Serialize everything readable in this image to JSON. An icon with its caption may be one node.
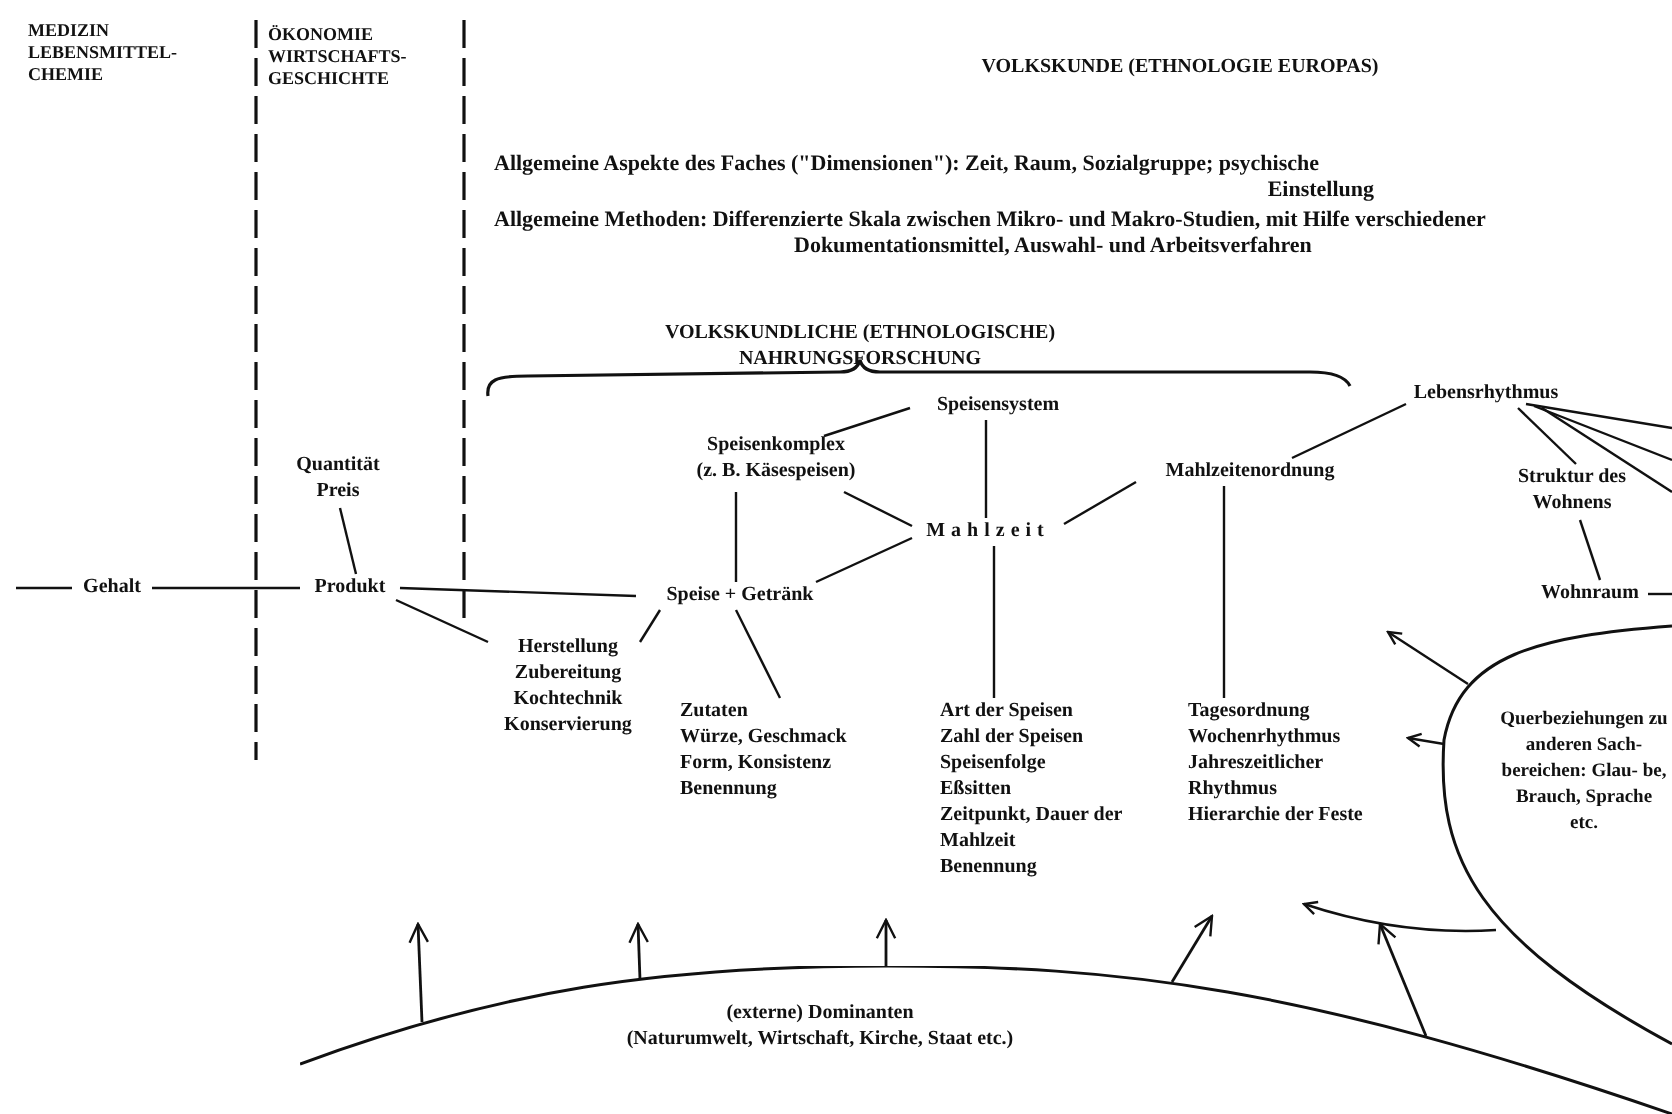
{
  "diagram": {
    "title": "VOLKSKUNDE (ETHNOLOGIE EUROPAS)",
    "nodes": [
      {
        "text": [
          "Gehalt"
        ]
      },
      {
        "text": [
          "Produkt"
        ]
      },
      {
        "text": [
          "Quantität Preis"
        ]
      },
      {
        "text": [
          "Herstellung",
          "Zubereitung",
          "Kochtechnik",
          "Konservierung"
        ]
      },
      {
        "text": [
          "Speise + Getränk"
        ]
      },
      {
        "text": [
          "Speisenkomplex",
          "(z. B. Käsespeisen)"
        ]
      },
      {
        "text": [
          "Speisensystem"
        ]
      },
      {
        "text": [
          "Mahlzeit"
        ]
      },
      {
        "text": [
          "Mahlzeitenordnung"
        ]
      },
      {
        "text": [
          "Lebensrhythmus"
        ]
      },
      {
        "text": [
          "Struktur des Wohnens"
        ]
      },
      {
        "text": [
          "Wohnraum"
        ]
      },
      {
        "text": [
          "Zutaten",
          "Würze, Geschmack",
          "Form, Konsistenz",
          "Benennung"
        ]
      },
      {
        "text": [
          "Art der Speisen",
          "Zahl der Speisen",
          "Speisenfolge",
          "Eßsitten",
          "Zeitpunkt, Dauer der Mahlzeit",
          "Benennung"
        ]
      },
      {
        "text": [
          "Tagesordnung",
          "Wochenrhythmus",
          "Jahreszeitlicher Rhythmus",
          "Hierarchie der Feste"
        ]
      },
      {
        "text": [
          "Querbeziehungen zu anderen Sach- bereichen: Glau- be, Brauch, Sprache etc."
        ]
      },
      {
        "text": [
          "(externe) Dominanten",
          "(Naturumwelt, Wirtschaft, Kirche, Staat etc.)"
        ]
      }
    ],
    "edges": [
      {
        "from": null,
        "to": 0,
        "arrow": "none"
      },
      {
        "from": 0,
        "to": 1,
        "arrow": "none"
      },
      {
        "from": 2,
        "to": 1,
        "arrow": "none"
      },
      {
        "from": 1,
        "to": 4,
        "arrow": "none"
      },
      {
        "from": 1,
        "to": 3,
        "arrow": "none"
      },
      {
        "from": 3,
        "to": 4,
        "arrow": "none"
      },
      {
        "from": 4,
        "to": 7,
        "arrow": "none"
      },
      {
        "from": 5,
        "to": 4,
        "arrow": "none"
      },
      {
        "from": 5,
        "to": 6,
        "arrow": "none"
      },
      {
        "from": 5,
        "to": 7,
        "arrow": "none"
      },
      {
        "from": 6,
        "to": 7,
        "arrow": "none"
      },
      {
        "from": 8,
        "to": 7,
        "arrow": "none"
      },
      {
        "from": 9,
        "to": 8,
        "arrow": "none"
      },
      {
        "from": 4,
        "to": 12,
        "arrow": "none"
      },
      {
        "from": 7,
        "to": 13,
        "arrow": "none"
      },
      {
        "from": 8,
        "to": 14,
        "arrow": "none"
      },
      {
        "from": 9,
        "to": 10,
        "arrow": "none"
      },
      {
        "from": 10,
        "to": 11,
        "arrow": "none"
      },
      {
        "from": 9,
        "to": null,
        "arrow": "none"
      },
      {
        "from": 9,
        "to": null,
        "arrow": "none"
      },
      {
        "from": 9,
        "to": null,
        "arrow": "none"
      },
      {
        "from": 11,
        "to": null,
        "arrow": "none"
      },
      {
        "from": 15,
        "to": null,
        "arrow": "to"
      },
      {
        "from": 15,
        "to": 14,
        "arrow": "to"
      },
      {
        "from": 15,
        "to": null,
        "arrow": "to"
      },
      {
        "from": 16,
        "to": null,
        "arrow": "to"
      },
      {
        "from": 16,
        "to": null,
        "arrow": "to"
      },
      {
        "from": 16,
        "to": null,
        "arrow": "to"
      },
      {
        "from": 16,
        "to": null,
        "arrow": "to"
      },
      {
        "from": 16,
        "to": null,
        "arrow": "to"
      }
    ],
    "labels": [
      "MEDIZIN LEBENSMITTEL- CHEMIE",
      "ÖKONOMIE WIRTSCHAFTS- GESCHICHTE",
      "Allgemeine Aspekte des Faches (\"Dimensionen\"): Zeit, Raum, Sozialgruppe; psychische Einstellung",
      "Allgemeine Methoden: Differenzierte Skala zwischen Mikro- und Makro-Studien, mit Hilfe verschiedener Dokumentationsmittel, Auswahl- und Arbeitsverfahren",
      "VOLKSKUNDLICHE (ETHNOLOGISCHE) NAHRUNGSFORSCHUNG"
    ]
  }
}
